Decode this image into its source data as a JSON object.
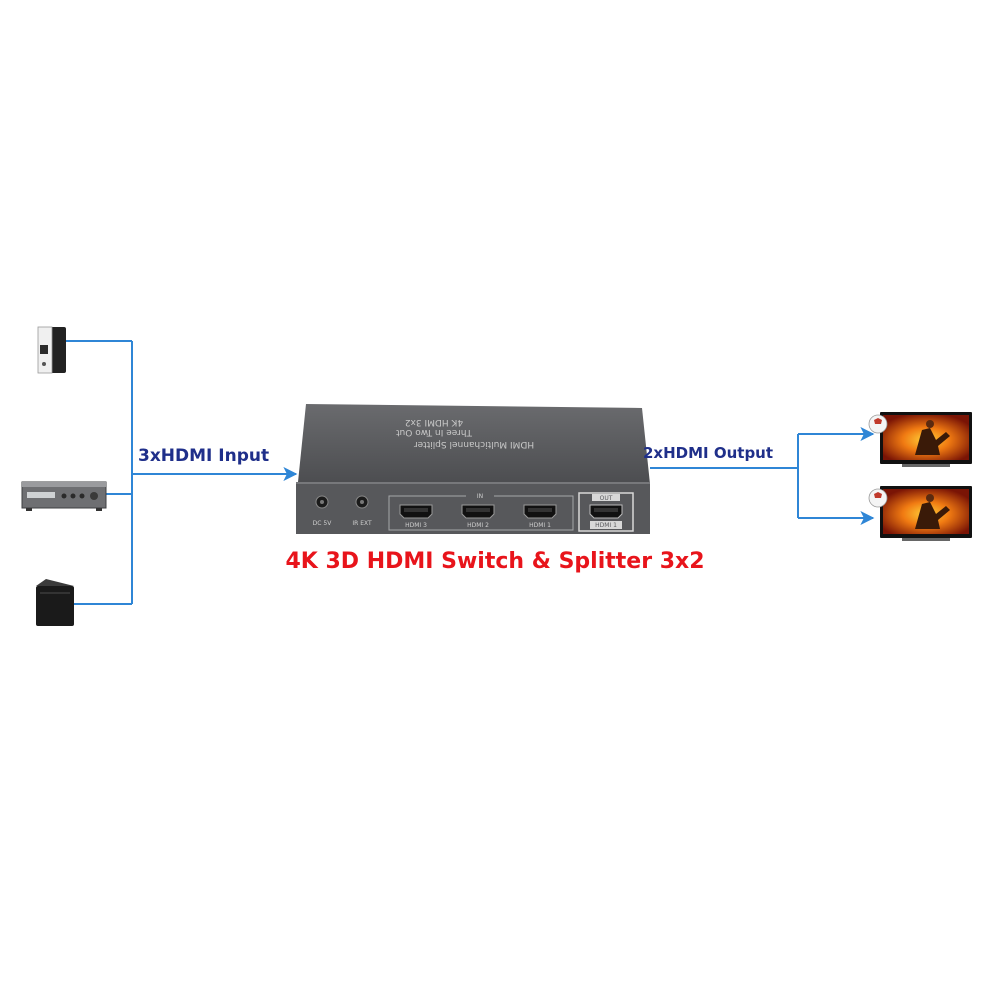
{
  "labels": {
    "input": "3xHDMI Input",
    "output": "2xHDMI Output",
    "title": "4K 3D HDMI Switch & Splitter 3x2"
  },
  "device": {
    "ports": {
      "dc": "DC 5V",
      "ir": "IR EXT",
      "hdmi_in_3": "HDMI 3",
      "hdmi_in_2": "HDMI 2",
      "hdmi_in_1": "HDMI 1",
      "hdmi_out_1": "HDMI 1",
      "in_group": "IN",
      "out_group": "OUT"
    },
    "top_text": {
      "line1": "HDMI Multichannel Splitter",
      "line2": "Three In Two Out",
      "line3": "4K HDMI 3x2"
    }
  },
  "colors": {
    "line": "#2f86d6",
    "label_blue": "#1f2f8a",
    "title_red": "#e8141b",
    "device_body": "#5a5b5e"
  }
}
